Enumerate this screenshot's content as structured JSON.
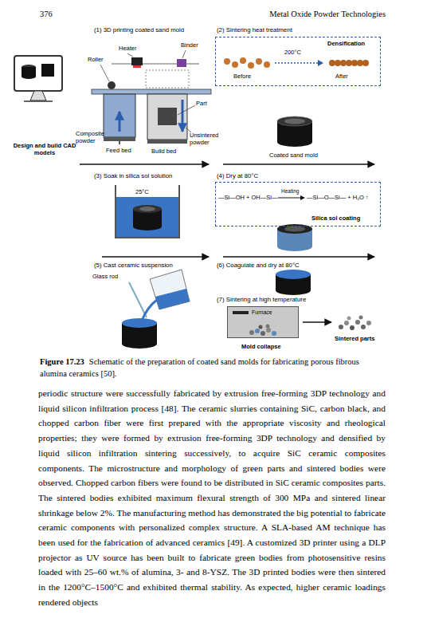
{
  "diagram": {
    "caption": "Schematic of the preparation of coated sand molds for fabricating porous fibrous alumina ceramics [50].",
    "nodes": [
      {
        "text": [
          "200°C",
          "Densification",
          "Before",
          "After"
        ]
      },
      {
        "text": [
          "—Si—OH + OH—Si—",
          "Heating",
          "—Si—O—Si— + H₂O ↑",
          "Silica sol coating"
        ]
      },
      {
        "text": [
          "Furnace"
        ]
      }
    ],
    "labels": [
      "376",
      "Metal Oxide Powder Technologies",
      "Design and build CAD models",
      "(1) 3D printing coated sand mold",
      "Heater",
      "Binder",
      "Roller",
      "Part",
      "Composite powder",
      "Feed bed",
      "Build bed",
      "Unsintered powder",
      "(2) Sintering heat treatment",
      "Coated sand mold",
      "(3) Soak in silica sol solution",
      "25°C",
      "(4) Dry at 80°C",
      "(5) Cast ceramic suspension",
      "Glass rod",
      "(6) Coagulate and dry at 80°C",
      "(7) Sintering at high temperature",
      "Sintered parts",
      "Mold collapse",
      "Figure 17.23",
      "periodic structure were successfully fabricated by extrusion free-forming 3DP technology and liquid silicon infiltration process [48]. The ceramic slurries containing SiC, carbon black, and chopped carbon fiber were first prepared with the appropriate viscosity and rheological properties; they were formed by extrusion free-forming 3DP technology and densified by liquid silicon infiltration sintering successively, to acquire SiC ceramic composites components. The microstructure and morphology of green parts and sintered bodies were observed. Chopped carbon fibers were found to be distributed in SiC ceramic composites parts. The sintered bodies exhibited maximum flexural strength of 300 MPa and sintered linear shrinkage below 2%. The manufacturing method has demonstrated the big potential to fabricate ceramic components with personalized complex structure. A SLA-based AM technique has been used for the fabrication of advanced ceramics [49]. A customized 3D printer using a DLP projector as UV source has been built to fabricate green bodies from photosensitive resins loaded with 25–60 wt.% of alumina, 3- and 8-YSZ. The 3D printed bodies were then sintered in the 1200°C–1500°C and exhibited thermal stability. As expected, higher ceramic loadings rendered objects"
    ]
  }
}
